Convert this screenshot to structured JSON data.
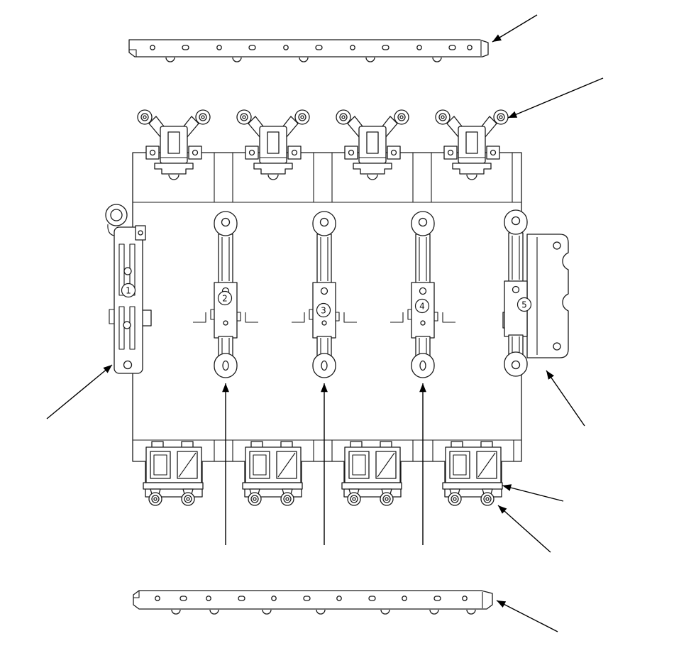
{
  "diagram": {
    "type": "exploded-parts-diagram",
    "colors": {
      "line": "#1a1a1a",
      "background": "#ffffff"
    },
    "labels": [
      {
        "number": "1"
      },
      {
        "number": "2"
      },
      {
        "number": "3"
      },
      {
        "number": "4"
      },
      {
        "number": "5"
      }
    ]
  }
}
